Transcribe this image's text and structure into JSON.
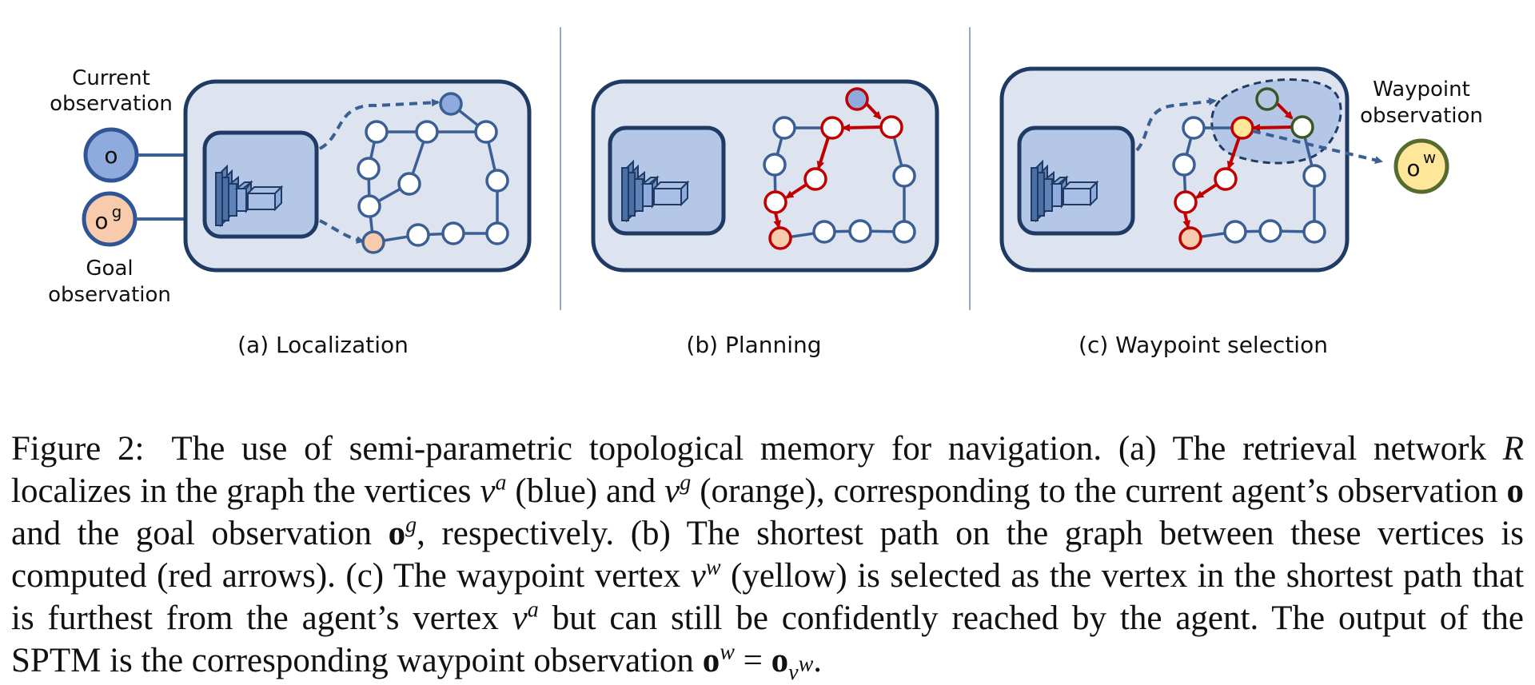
{
  "figure": {
    "panel_a": {
      "caption": "(a) Localization",
      "current_obs_line1": "Current",
      "current_obs_line2": "observation",
      "current_node": "o",
      "goal_node_base": "o",
      "goal_node_sup": "g",
      "goal_obs_line1": "Goal",
      "goal_obs_line2": "observation"
    },
    "panel_b": {
      "caption": "(b) Planning"
    },
    "panel_c": {
      "caption": "(c) Waypoint selection",
      "waypoint_line1": "Waypoint",
      "waypoint_line2": "observation",
      "waypoint_node_base": "o",
      "waypoint_node_sup": "w"
    },
    "colors": {
      "panel_fill": "#dde4ef",
      "panel_stroke": "#1f3a63",
      "node_stroke": "#3b5f94",
      "node_blue": "#8faadc",
      "node_orange": "#f8cbad",
      "node_yellow": "#ffe699",
      "path_red": "#c00000",
      "waypoint_region": "#b4c7e7",
      "waypoint_ring": "#556b2f"
    }
  },
  "caption": {
    "label": "Figure 2:",
    "s1": "The use of semi-parametric topological memory for navigation. (a) The retrieval network",
    "R": "R",
    "s2": "localizes in the graph the vertices",
    "v1": "v",
    "sup_a1": "a",
    "s3": "(blue) and",
    "v2": "v",
    "sup_g1": "g",
    "s4": "(orange), corresponding to the current agent’s observation",
    "o1": "o",
    "s5": "and the goal observation",
    "o2": "o",
    "sup_g2": "g",
    "s6": ", respectively. (b) The shortest path on the graph between these vertices is computed (red arrows). (c) The waypoint vertex",
    "v3": "v",
    "sup_w1": "w",
    "s7": "(yellow) is selected as the vertex in the shortest path that is furthest from the agent’s vertex",
    "v4": "v",
    "sup_a2": "a",
    "s8": "but can still be confidently reached by the agent. The output of the SPTM is the corresponding waypoint observation",
    "o3": "o",
    "sup_w2": "w",
    "eq": "=",
    "o4": "o",
    "sub_v": "v",
    "sub_w": "w",
    "end": "."
  }
}
